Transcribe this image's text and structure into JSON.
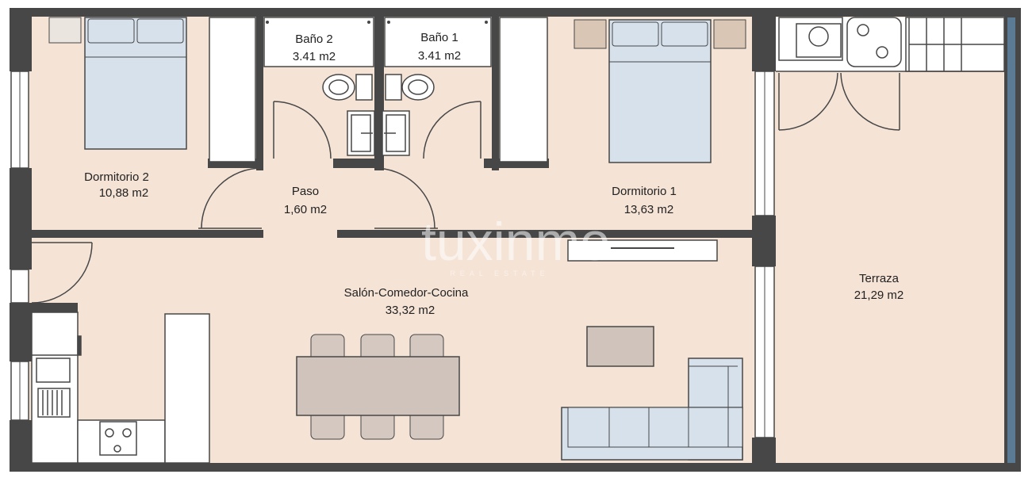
{
  "rooms": {
    "dormitorio2": {
      "name": "Dormitorio 2",
      "area": "10,88 m2"
    },
    "bano2": {
      "name": "Baño 2",
      "area": "3.41 m2"
    },
    "bano1": {
      "name": "Baño 1",
      "area": "3.41 m2"
    },
    "paso": {
      "name": "Paso",
      "area": "1,60 m2"
    },
    "dormitorio1": {
      "name": "Dormitorio 1",
      "area": "13,63 m2"
    },
    "salon": {
      "name": "Salón-Comedor-Cocina",
      "area": "33,32 m2"
    },
    "terraza": {
      "name": "Terraza",
      "area": "21,29 m2"
    }
  },
  "watermark": {
    "brand": "tuxinmo",
    "tagline": "REAL ESTATE"
  },
  "colors": {
    "floor": "#f5e3d6",
    "wall": "#474747",
    "bed": "#d6e1ec",
    "furniture_gray": "#cfc3bb",
    "window": "#5b7a94"
  }
}
